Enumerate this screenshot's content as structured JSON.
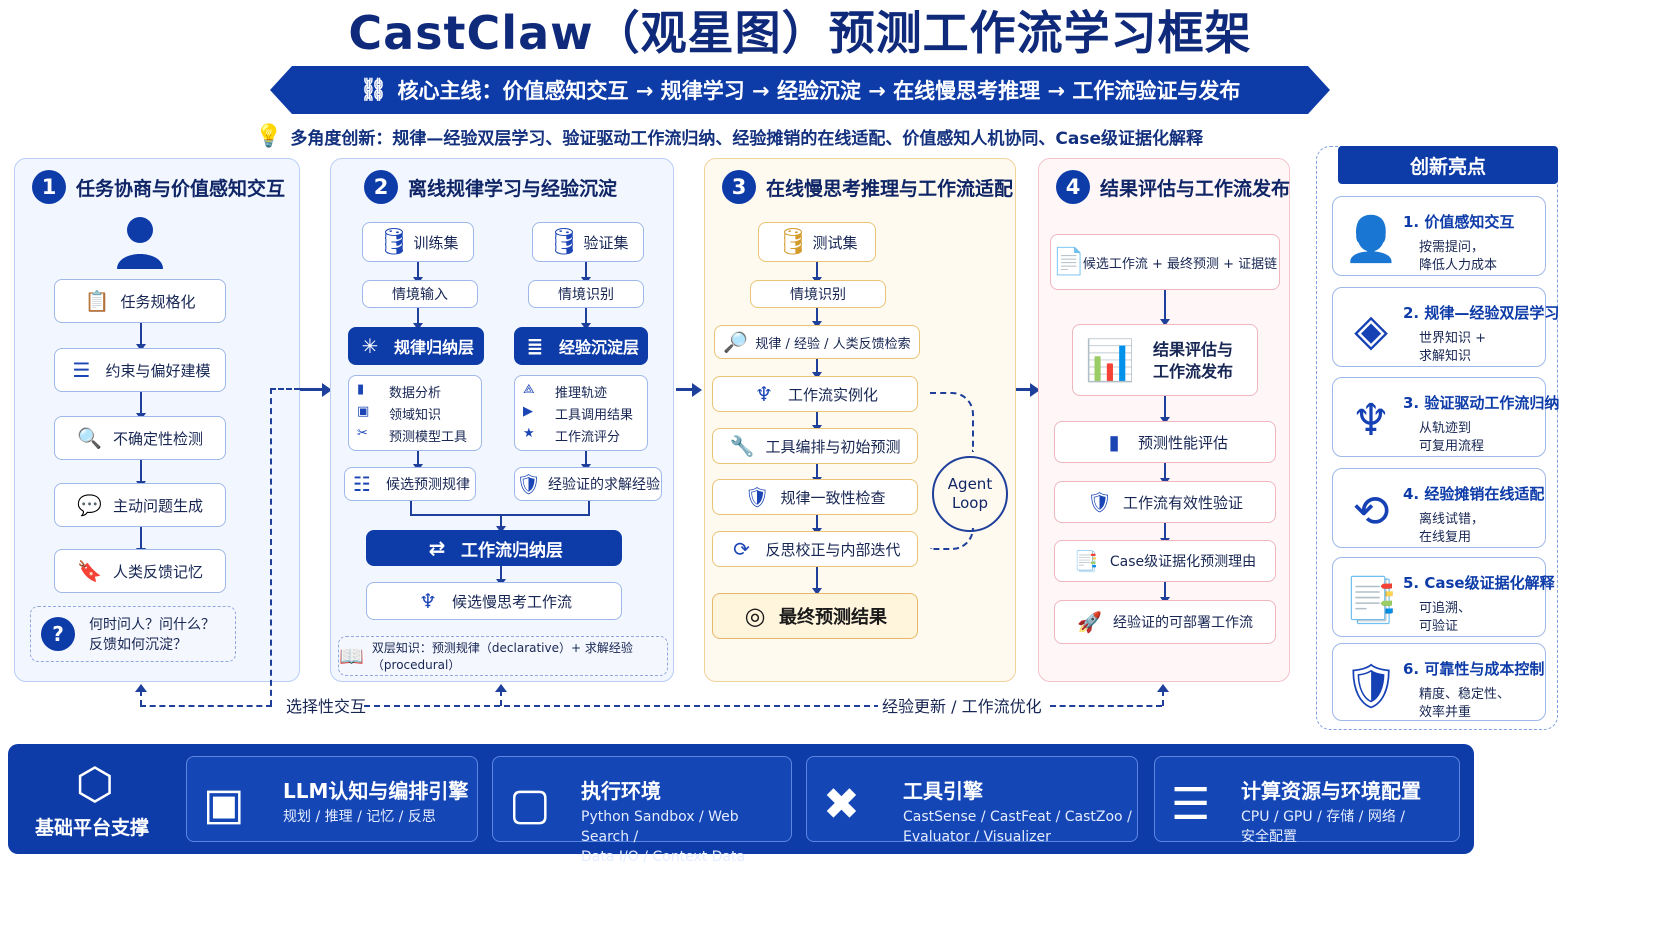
{
  "title": "CastClaw（观星图）预测工作流学习框架",
  "mainline": "核心主线：价值感知交互 → 规律学习 → 经验沉淀 → 在线慢思考推理 → 工作流验证与发布",
  "innovation": "多角度创新：规律—经验双层学习、验证驱动工作流归纳、经验摊销的在线适配、价值感知人机协同、Case级证据化解释",
  "col1": {
    "num": "1",
    "title": "任务协商与价值感知交互",
    "steps": [
      "任务规格化",
      "约束与偏好建模",
      "不确定性检测",
      "主动问题生成",
      "人类反馈记忆"
    ],
    "question": "何时问人？问什么？\n反馈如何沉淀？"
  },
  "col2": {
    "num": "2",
    "title": "离线规律学习与经验沉淀",
    "train_set": "训练集",
    "val_set": "验证集",
    "ctx_input": "情境输入",
    "ctx_identify": "情境识别",
    "rule_layer": "规律归纳层",
    "exp_layer": "经验沉淀层",
    "rule_items": [
      "数据分析",
      "领域知识",
      "预测模型工具"
    ],
    "exp_items": [
      "推理轨迹",
      "工具调用结果",
      "工作流评分"
    ],
    "candidate_rules": "候选预测规律",
    "verified_exp": "经验证的求解经验",
    "workflow_layer": "工作流归纳层",
    "candidate_workflow": "候选慢思考工作流",
    "knowledge_note": "双层知识：预测规律（declarative）+ 求解经验（procedural）"
  },
  "col3": {
    "num": "3",
    "title": "在线慢思考推理与工作流适配",
    "test_set": "测试集",
    "ctx_identify": "情境识别",
    "steps": [
      "规律 / 经验 / 人类反馈检索",
      "工作流实例化",
      "工具编排与初始预测",
      "规律一致性检查",
      "反思校正与内部迭代"
    ],
    "result": "最终预测结果",
    "loop_label": "Agent\nLoop"
  },
  "col4": {
    "num": "4",
    "title": "结果评估与工作流发布",
    "input": "候选工作流 + 最终预测 + 证据链",
    "publish": "结果评估与\n工作流发布",
    "steps": [
      "预测性能评估",
      "工作流有效性验证",
      "Case级证据化预测理由",
      "经验证的可部署工作流"
    ]
  },
  "feedback": {
    "left": "选择性交互",
    "right": "经验更新 / 工作流优化"
  },
  "highlights": {
    "title": "创新亮点",
    "items": [
      {
        "title": "1. 价值感知交互",
        "desc": "按需提问，\n降低人力成本"
      },
      {
        "title": "2. 规律—经验双层学习",
        "desc": "世界知识 +\n求解知识"
      },
      {
        "title": "3. 验证驱动工作流归纳",
        "desc": "从轨迹到\n可复用流程"
      },
      {
        "title": "4. 经验摊销在线适配",
        "desc": "离线试错，\n在线复用"
      },
      {
        "title": "5. Case级证据化解释",
        "desc": "可追溯、\n可验证"
      },
      {
        "title": "6. 可靠性与成本控制",
        "desc": "精度、稳定性、\n效率并重"
      }
    ]
  },
  "platform": {
    "label": "基础平台支撑",
    "items": [
      {
        "title": "LLM认知与编排引擎",
        "desc": "规划 / 推理 / 记忆 / 反思"
      },
      {
        "title": "执行环境",
        "desc": "Python Sandbox / Web Search /\nData I/O / Context Data"
      },
      {
        "title": "工具引擎",
        "desc": "CastSense / CastFeat / CastZoo /\nEvaluator / Visualizer"
      },
      {
        "title": "计算资源与环境配置",
        "desc": "CPU / GPU / 存储 / 网络 /\n安全配置"
      }
    ]
  },
  "colors": {
    "primary": "#0d3ba8",
    "panel_blue": "#f2f6fe",
    "panel_yellow": "#fffaf0",
    "panel_pink": "#fff6f7",
    "accent_gold": "#e6b86a"
  }
}
